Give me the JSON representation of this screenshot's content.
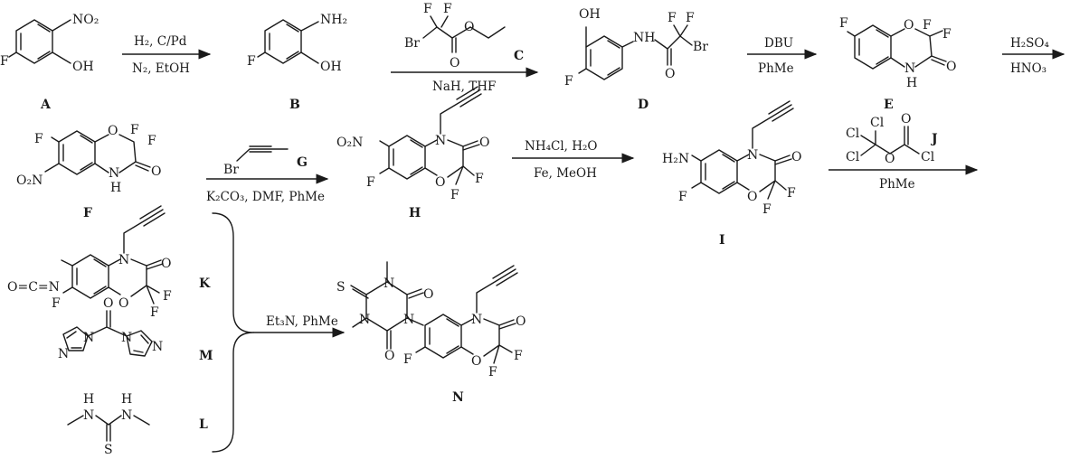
{
  "compounds": {
    "A": "A",
    "B": "B",
    "C": "C",
    "D": "D",
    "E": "E",
    "F": "F",
    "G": "G",
    "H": "H",
    "I": "I",
    "J": "J",
    "K": "K",
    "M": "M",
    "L": "L",
    "N": "N"
  },
  "conditions": {
    "ab_top": "H₂, C/Pd",
    "ab_bot": "N₂, EtOH",
    "bd_bot": "NaH, THF",
    "de_top": "DBU",
    "de_bot": "PhMe",
    "ef_top": "H₂SO₄",
    "ef_bot": "HNO₃",
    "fh_bot": "K₂CO₃, DMF, PhMe",
    "hi_top": "NH₄Cl, H₂O",
    "hi_bot": "Fe, MeOH",
    "ij_bot": "PhMe",
    "kn_top": "Et₃N, PhMe"
  },
  "atoms": {
    "NO2": "NO₂",
    "O2N": "O₂N",
    "NH2": "NH₂",
    "H2N": "H₂N",
    "OH": "OH",
    "F": "F",
    "Br": "Br",
    "O": "O",
    "NH": "NH",
    "N": "N",
    "H": "H",
    "Cl": "Cl",
    "S": "S",
    "OCN": "O=C=N"
  }
}
